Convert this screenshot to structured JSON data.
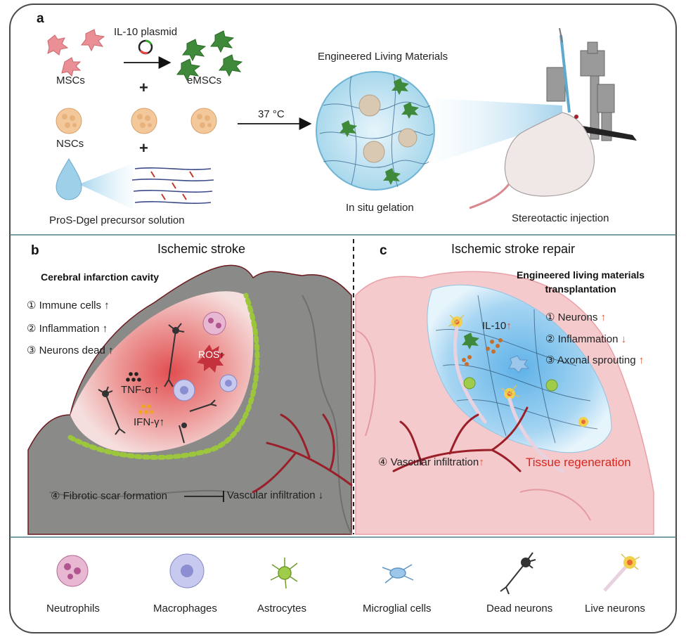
{
  "panel_a": {
    "letter": "a",
    "plasmid_label": "IL-10 plasmid",
    "mscs_label": "MSCs",
    "emscs_label": "eMSCs",
    "plus1": "+",
    "nscs_label": "NSCs",
    "plus2": "+",
    "precursor_label": "ProS-Dgel precursor solution",
    "temp_label": "37 °C",
    "elm_label": "Engineered Living Materials",
    "gelation_label": "In situ gelation",
    "injection_label": "Stereotactic injection"
  },
  "panel_b": {
    "letter": "b",
    "title": "Ischemic stroke",
    "subtitle": "Cerebral infarction cavity",
    "items": [
      {
        "num": "①",
        "text": "Immune cells",
        "arrow": "↑"
      },
      {
        "num": "②",
        "text": "Inflammation",
        "arrow": "↑"
      },
      {
        "num": "③",
        "text": "Neurons dead",
        "arrow": "↑"
      }
    ],
    "ros": "ROS",
    "ros_arrow": "↑",
    "tnf": "TNF-α",
    "tnf_arrow": "↑",
    "ifn": "IFN-γ",
    "ifn_arrow": "↑",
    "scar_num": "④",
    "scar_text": "Fibrotic scar formation",
    "vascular_text": "Vascular infiltration",
    "vascular_arrow": "↓"
  },
  "panel_c": {
    "letter": "c",
    "title": "Ischemic stroke repair",
    "subtitle_line1": "Engineered living materials",
    "subtitle_line2": "transplantation",
    "items": [
      {
        "num": "①",
        "text": "Neurons",
        "arrow": "↑"
      },
      {
        "num": "②",
        "text": "Inflammation",
        "arrow": "↓"
      },
      {
        "num": "③",
        "text": "Axonal sprouting",
        "arrow": "↑"
      }
    ],
    "il10": "IL-10",
    "il10_arrow": "↑",
    "vascular_num": "④",
    "vascular_text": "Vascular infiltration",
    "vascular_arrow": "↑",
    "regeneration": "Tissue regeneration"
  },
  "legend": {
    "items": [
      {
        "label": "Neutrophils",
        "icon": "neutrophil-icon"
      },
      {
        "label": "Macrophages",
        "icon": "macrophage-icon"
      },
      {
        "label": "Astrocytes",
        "icon": "astrocyte-icon"
      },
      {
        "label": "Microglial cells",
        "icon": "microglia-icon"
      },
      {
        "label": "Dead neurons",
        "icon": "dead-neuron-icon"
      },
      {
        "label": "Live neurons",
        "icon": "live-neuron-icon"
      }
    ]
  },
  "colors": {
    "border": "#4a4a4a",
    "divider": "#4f7a8c",
    "msc_pink": "#e88a8f",
    "emsc_green": "#3f8a3a",
    "nsc_peach": "#f1c596",
    "gel_blue": "#bfe3f1",
    "infarct_red": "#e8595a",
    "scar_green": "#9cc63b",
    "brain_grey": "#8a8a8a",
    "brain_pink": "#f5c9cc",
    "highlight_red": "#d7261e"
  }
}
